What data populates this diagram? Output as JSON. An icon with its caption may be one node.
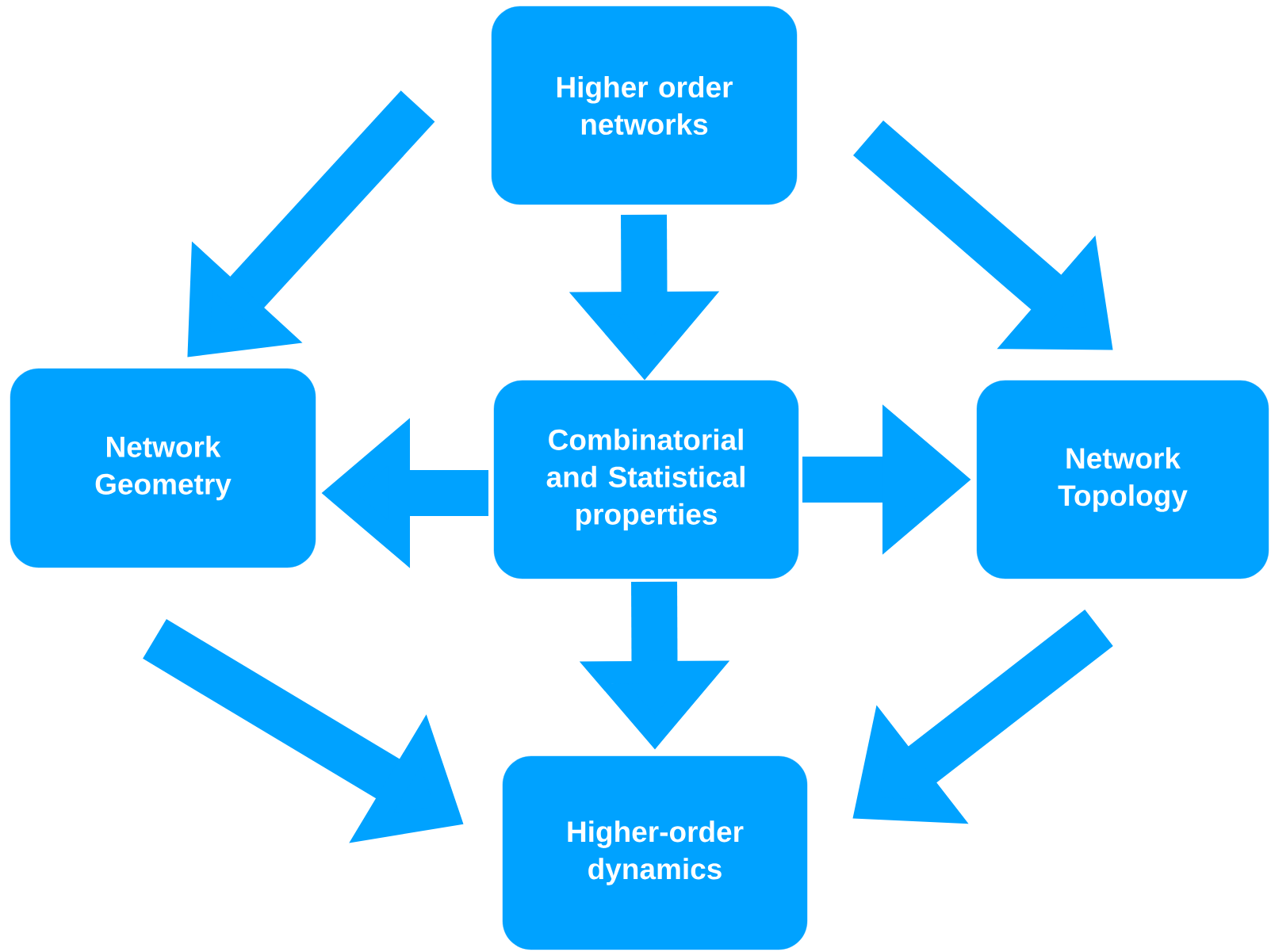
{
  "diagram": {
    "nodes": [
      {
        "text": [
          "Higher order networks"
        ]
      },
      {
        "text": [
          "Network Geometry"
        ]
      },
      {
        "text": [
          "Combinatorial and Statistical properties"
        ]
      },
      {
        "text": [
          "Network Topology"
        ]
      },
      {
        "text": [
          "Higher-order dynamics"
        ]
      }
    ],
    "edges": [
      {
        "from": 0,
        "to": 1,
        "arrow": "to"
      },
      {
        "from": 0,
        "to": 2,
        "arrow": "to"
      },
      {
        "from": 0,
        "to": 3,
        "arrow": "to"
      },
      {
        "from": 2,
        "to": 1,
        "arrow": "to"
      },
      {
        "from": 2,
        "to": 3,
        "arrow": "to"
      },
      {
        "from": 2,
        "to": 4,
        "arrow": "to"
      },
      {
        "from": 1,
        "to": 4,
        "arrow": "to"
      },
      {
        "from": 3,
        "to": 4,
        "arrow": "to"
      }
    ]
  }
}
